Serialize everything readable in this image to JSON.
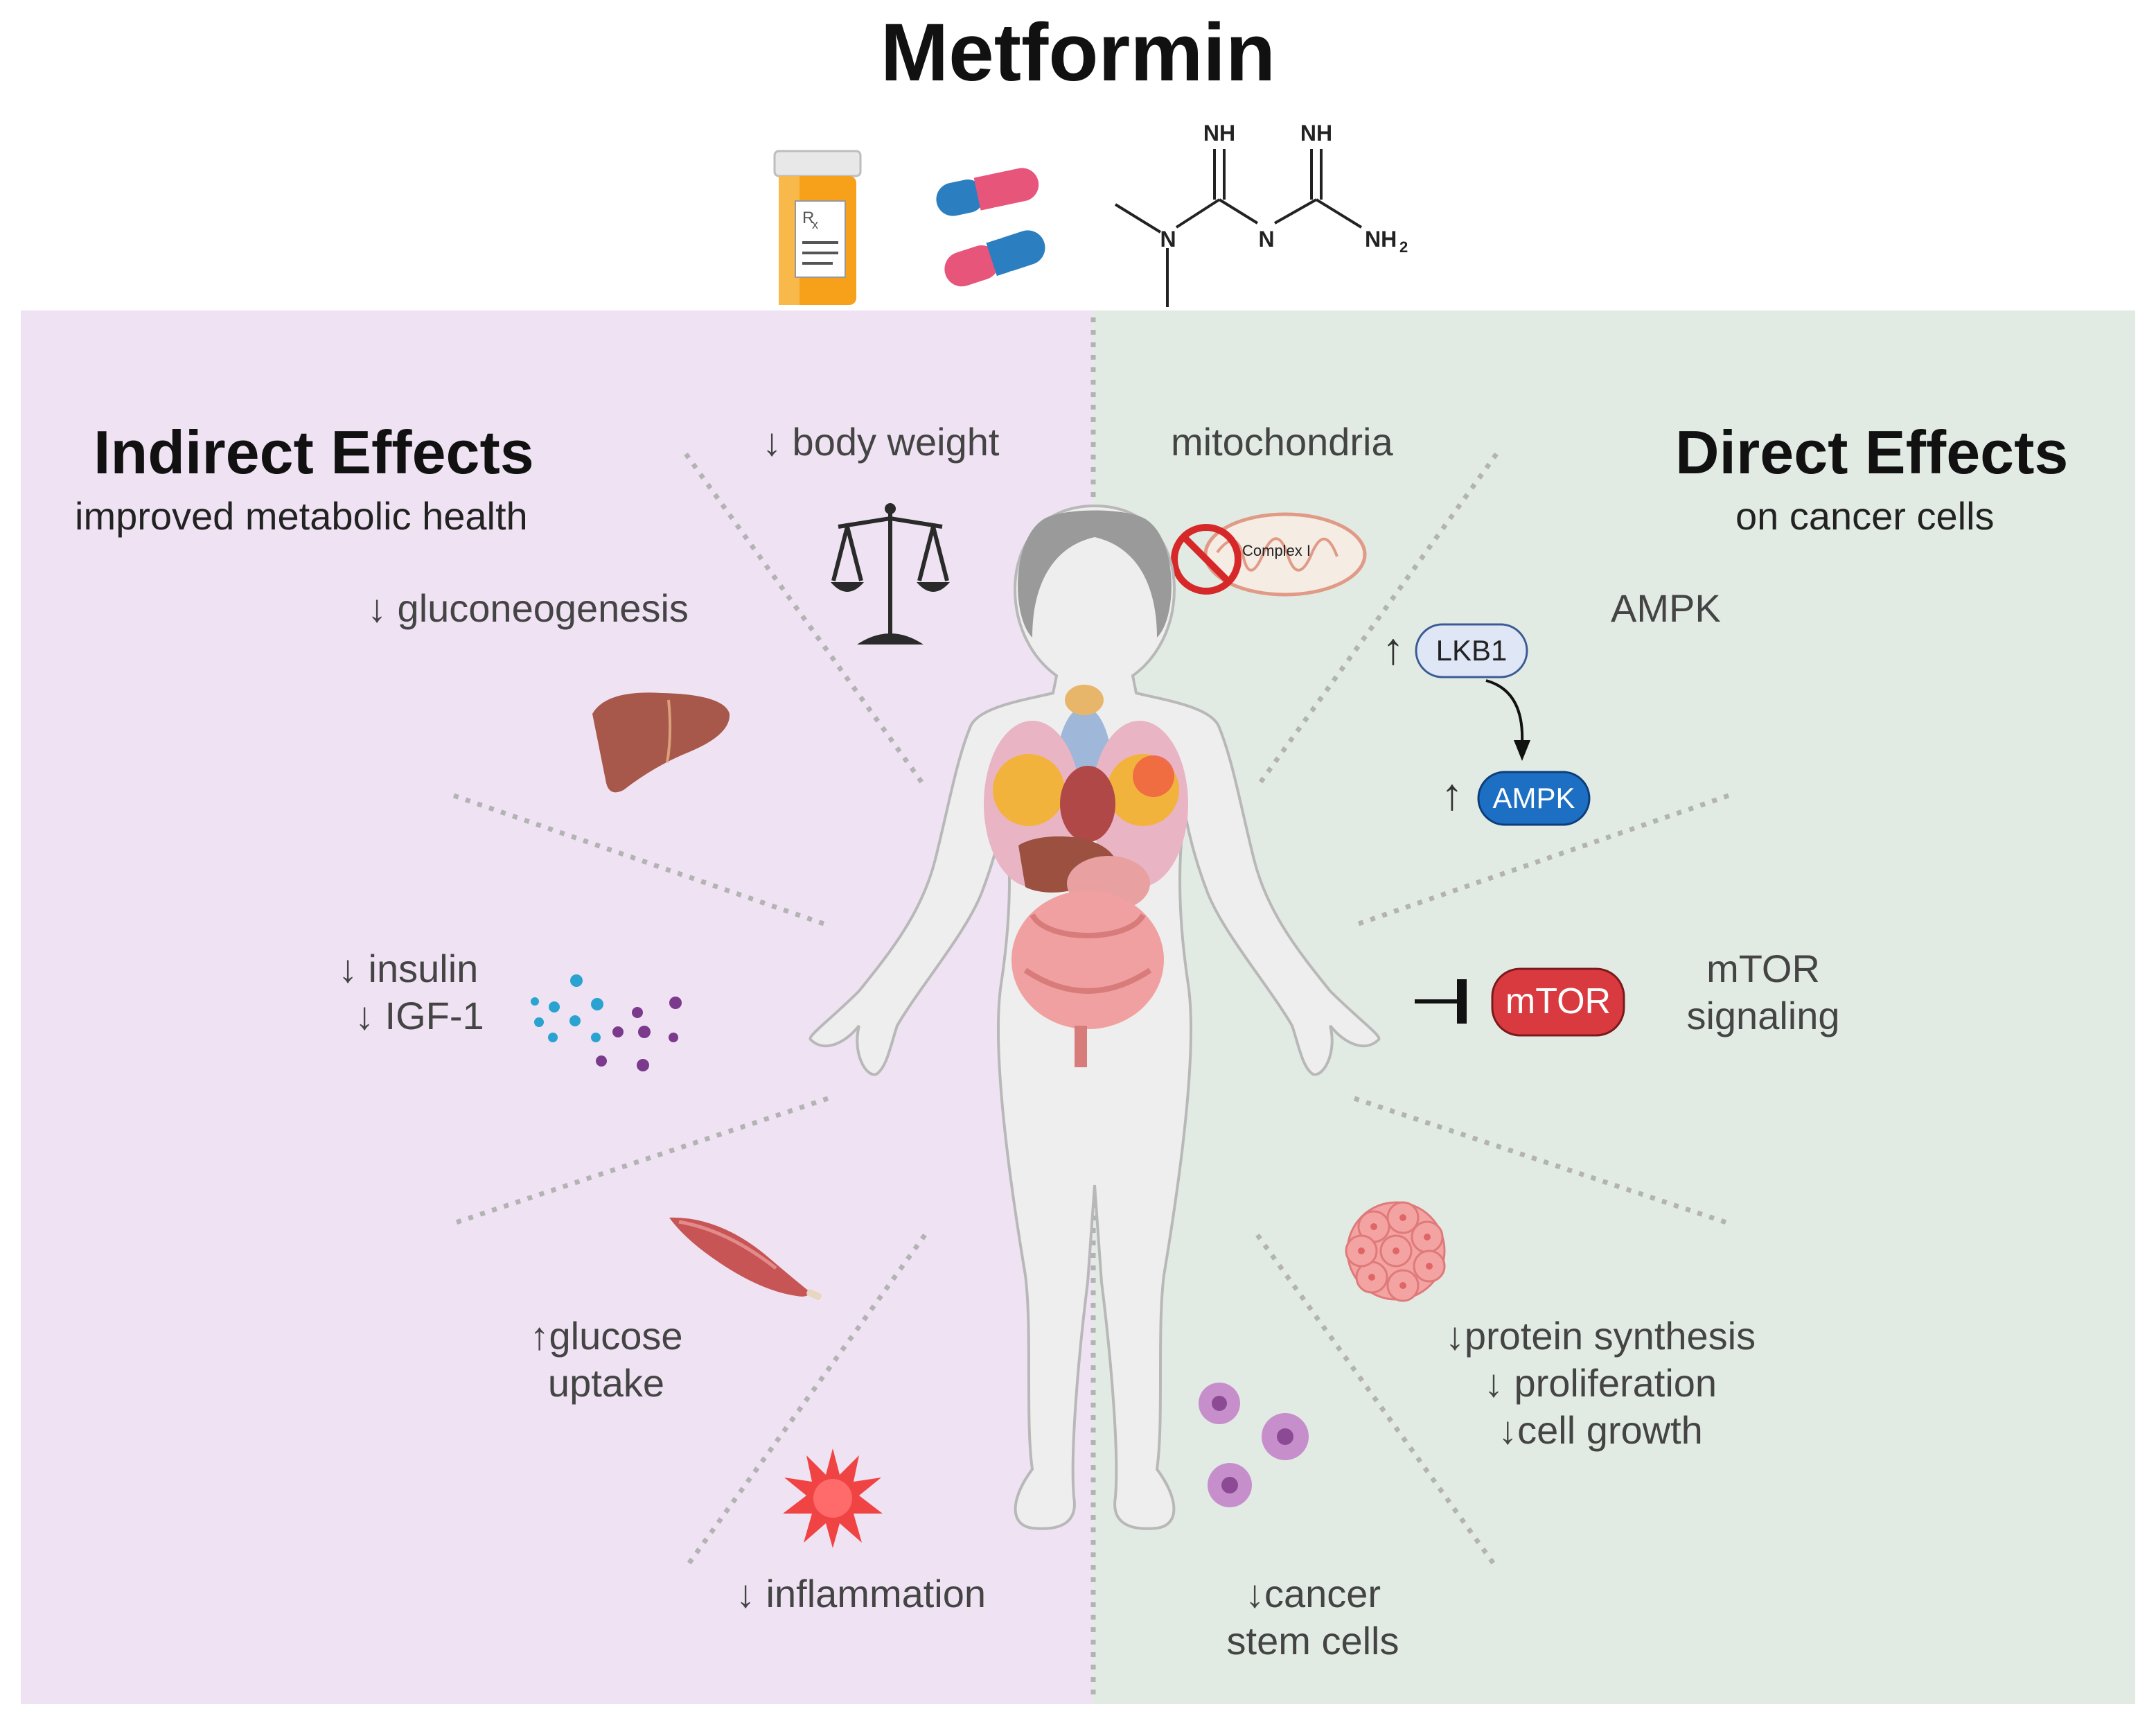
{
  "title": "Metformin",
  "left": {
    "heading": "Indirect Effects",
    "subheading": "improved metabolic health",
    "effects": {
      "body_weight": "↓ body weight",
      "gluconeogenesis": "↓ gluconeogenesis",
      "insulin": "↓ insulin",
      "igf1": "↓ IGF-1",
      "glucose_line1": "↑glucose",
      "glucose_line2": "uptake",
      "inflammation": "↓ inflammation"
    }
  },
  "right": {
    "heading": "Direct Effects",
    "subheading": "on cancer cells",
    "effects": {
      "mitochondria": "mitochondria",
      "complex": "Complex I",
      "ampk_label": "AMPK",
      "lkb1": "LKB1",
      "ampk_pill": "AMPK",
      "up_arrow": "↑",
      "mtor_pill": "mTOR",
      "mtor_line1": "mTOR",
      "mtor_line2": "signaling",
      "protein": "↓protein synthesis",
      "proliferation": "↓ proliferation",
      "cell_growth": "↓cell growth",
      "stem_line1": "↓cancer",
      "stem_line2": "stem cells"
    }
  },
  "molecule": {
    "nh_left": "NH",
    "nh_right": "NH",
    "n1": "N",
    "n2": "N",
    "nh2": "NH",
    "nh2_sub": "2"
  },
  "colors": {
    "left_panel": "#efe3f3",
    "right_panel": "#e2ebe3",
    "ampk": "#1d6fc4",
    "mtor": "#d93a3f",
    "lkb1": "#dfe6f5"
  },
  "icons": [
    "pill-bottle-icon",
    "capsules-icon",
    "scale-icon",
    "liver-icon",
    "particles-icon",
    "muscle-icon",
    "inflammation-icon",
    "mitochondria-icon",
    "no-sign-icon",
    "tumor-icon",
    "stem-cells-icon",
    "human-body-icon"
  ]
}
